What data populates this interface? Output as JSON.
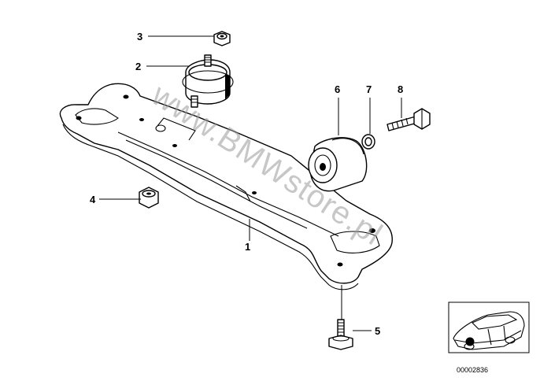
{
  "callouts": {
    "p1": "1",
    "p2": "2",
    "p3": "3",
    "p4": "4",
    "p5": "5",
    "p6": "6",
    "p7": "7",
    "p8": "8"
  },
  "watermark": "www.BMWstore.pl",
  "thumbnail": {
    "ref_number": "00002836"
  },
  "colors": {
    "line": "#000000",
    "watermark": "#9a9a9a",
    "background": "#ffffff"
  }
}
